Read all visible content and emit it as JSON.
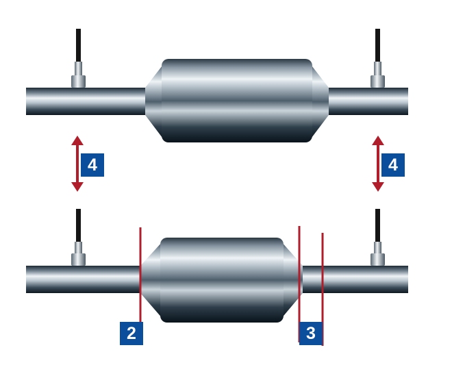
{
  "colors": {
    "badge_fill": "#0b4f9c",
    "marker_red": "#b01e2b",
    "pipe_dark": "#1c2a36",
    "pipe_light": "#e9eef2",
    "sensor_cable": "#151515"
  },
  "icons": {
    "arrow": "double-headed-vertical-arrow",
    "sensor": "sensor-probe-icon",
    "converter": "catalytic-converter"
  },
  "badges": {
    "left_top": "4",
    "right_top": "4",
    "lower_left": "2",
    "lower_right": "3"
  }
}
